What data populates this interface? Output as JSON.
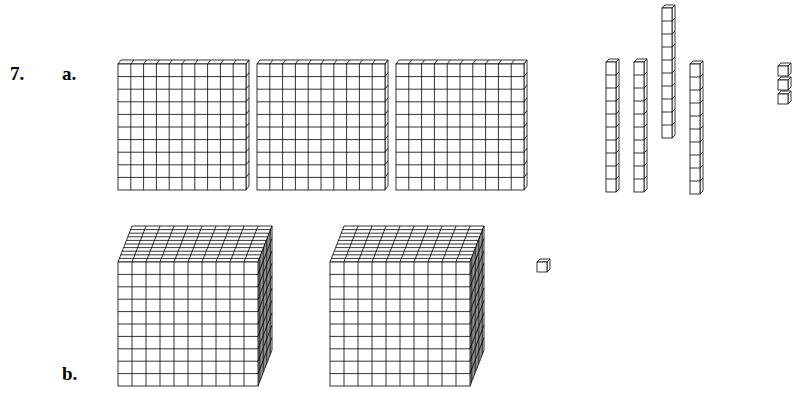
{
  "diagram": {
    "labels": [
      "7.",
      "a.",
      "b."
    ]
  }
}
